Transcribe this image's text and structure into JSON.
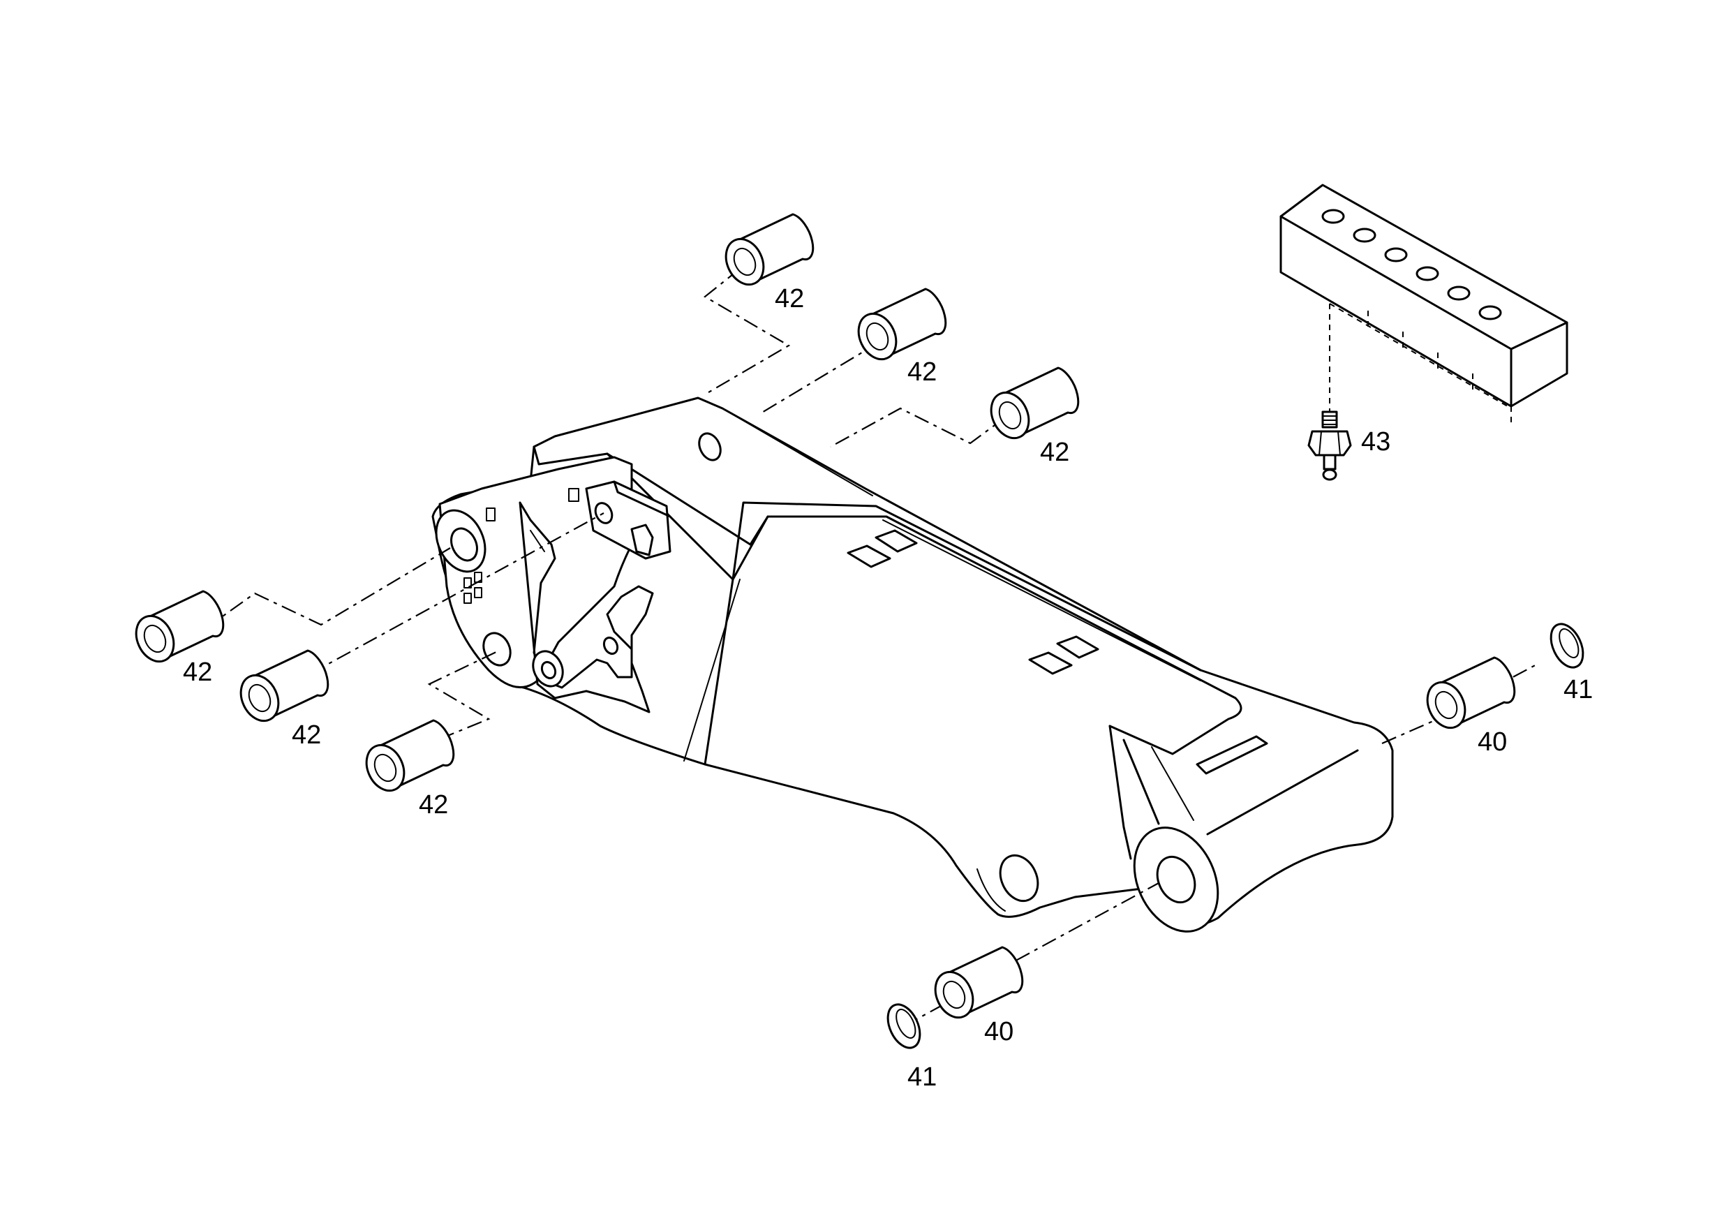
{
  "callouts": {
    "c42_a": "42",
    "c42_b": "42",
    "c42_c": "42",
    "c42_d": "42",
    "c42_e": "42",
    "c42_f": "42",
    "c43": "43",
    "c40_a": "40",
    "c41_a": "41",
    "c40_b": "40",
    "c41_b": "41"
  },
  "icons": {
    "bushing": "bushing-icon",
    "seal_ring": "seal-ring-icon",
    "grease_nipple": "grease-nipple-icon",
    "distribution_block": "distribution-block-icon"
  }
}
